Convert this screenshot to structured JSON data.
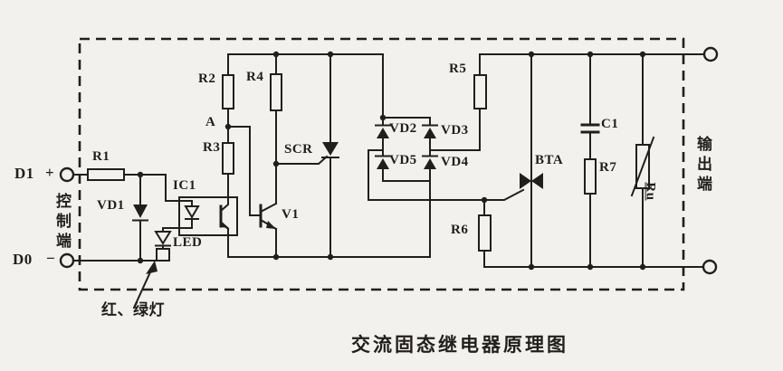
{
  "page": {
    "title": "交流固态继电器原理图",
    "background": "#f3f1ee",
    "ink": "#211f1c"
  },
  "input_side": {
    "terminal_d1": "D1",
    "terminal_d1_polarity": "+",
    "terminal_d0": "D0",
    "terminal_d0_polarity": "−",
    "group_label": "控制端",
    "indicator_note": "红、绿灯"
  },
  "output_side": {
    "group_label": "输出端"
  },
  "components": {
    "r1": "R1",
    "r2": "R2",
    "r3": "R3",
    "r4": "R4",
    "r5": "R5",
    "r6": "R6",
    "r7": "R7",
    "ru": "Ru",
    "c1": "C1",
    "vd1": "VD1",
    "vd2": "VD2",
    "vd3": "VD3",
    "vd4": "VD4",
    "vd5": "VD5",
    "ic1": "IC1",
    "led": "LED",
    "v1": "V1",
    "scr": "SCR",
    "bta": "BTA",
    "node_a": "A"
  }
}
